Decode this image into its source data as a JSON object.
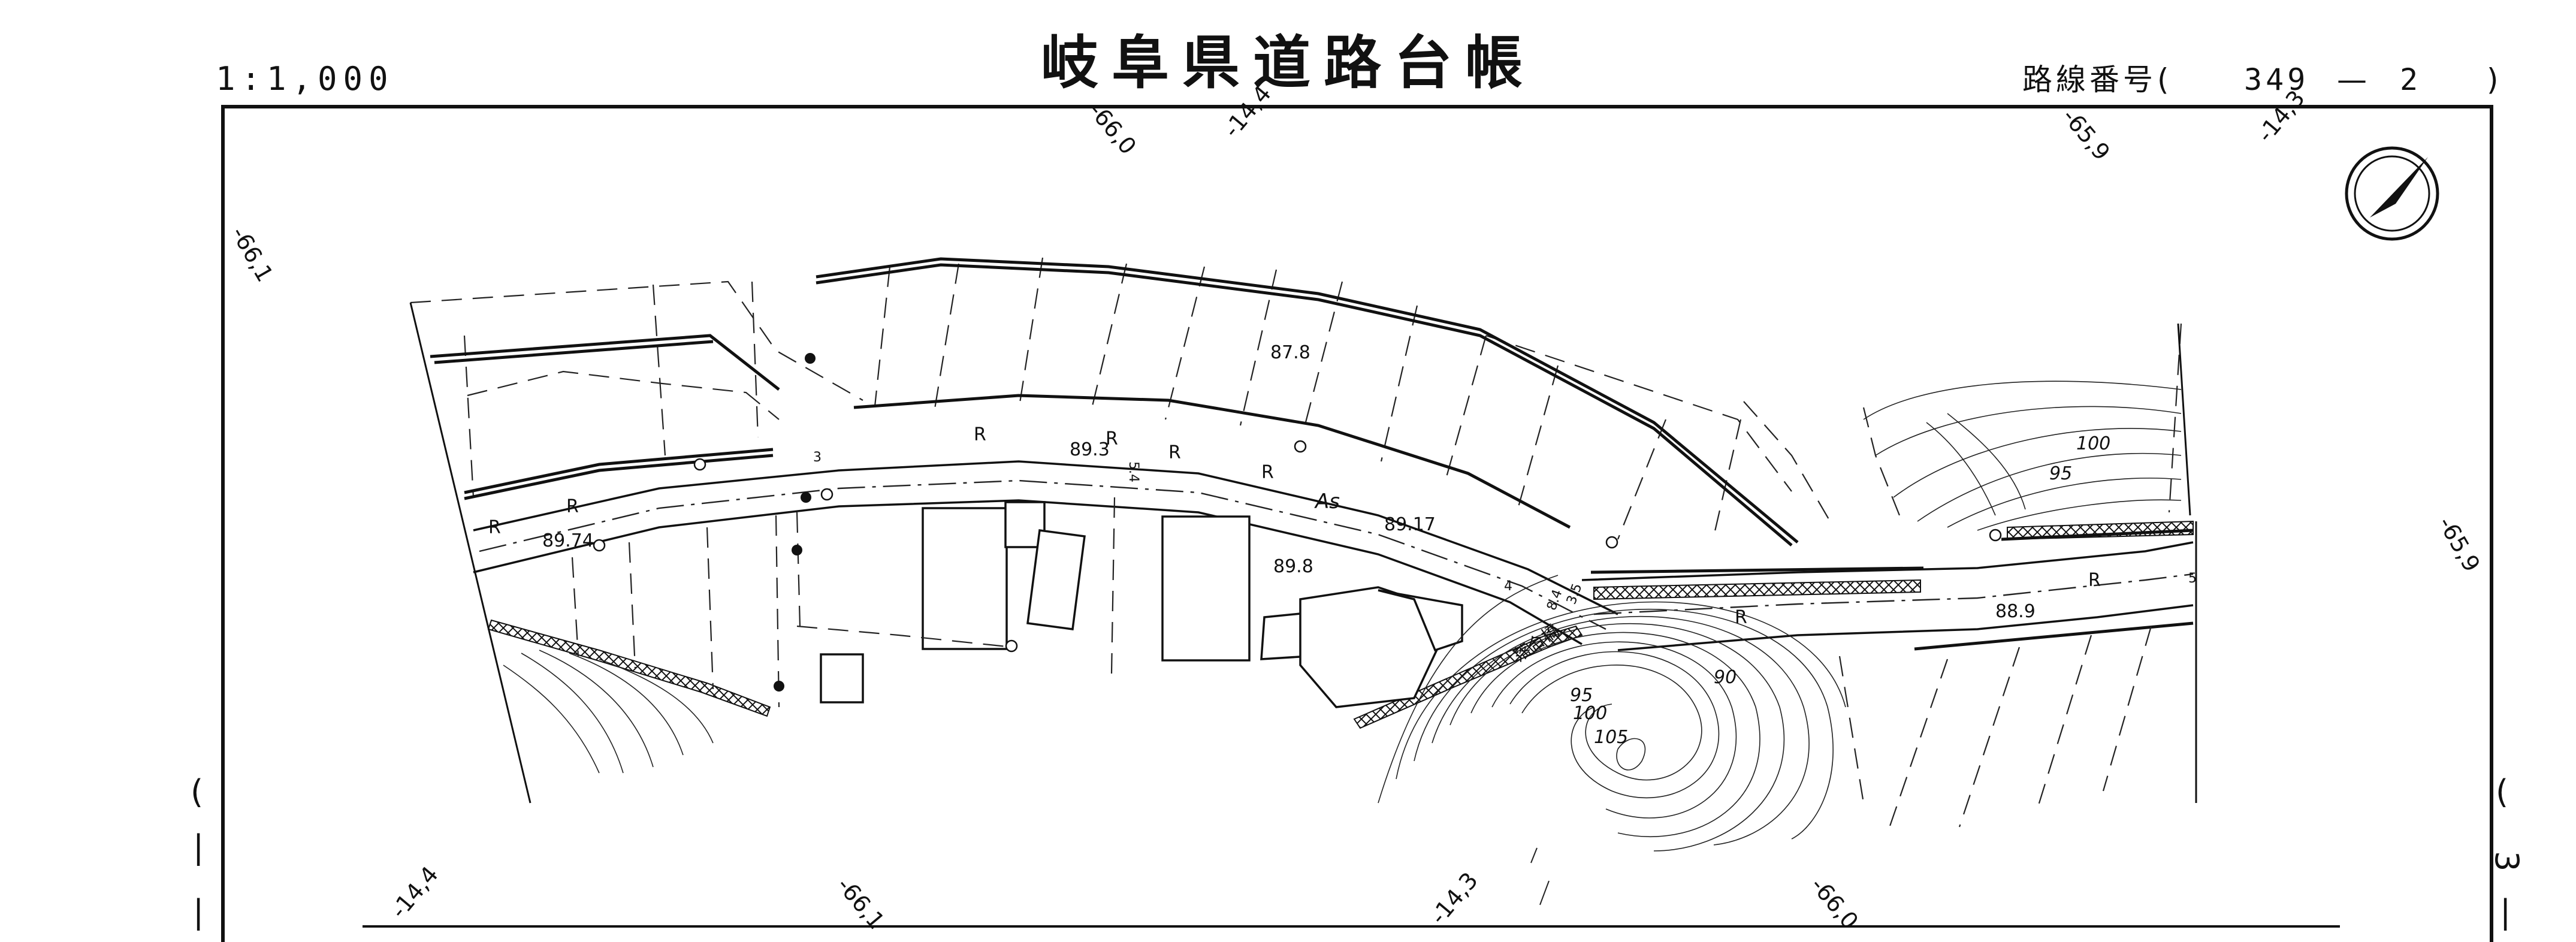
{
  "header": {
    "scale": "1:1,000",
    "title": "岐阜県道路台帳",
    "route_label": "路線番号",
    "route_open": "(",
    "route_number": "349",
    "route_dash": "—",
    "route_sheet": "2",
    "route_close": ")"
  },
  "grid_labels": {
    "top": [
      "-66,0",
      "-14,4",
      "-65,9",
      "-14,3"
    ],
    "bottom": [
      "-14,4",
      "-66,1",
      "-14,3",
      "-66,0"
    ],
    "left": "-66,1",
    "right": "-65,9"
  },
  "side_marks": {
    "left": [
      "(",
      "|",
      "|"
    ],
    "right": [
      "(",
      "3",
      "|"
    ]
  },
  "map_labels": {
    "elevations": [
      "87.8",
      "89.3",
      "89.74",
      "89.17",
      "89.8",
      "88.9"
    ],
    "contours": [
      "100",
      "95",
      "95",
      "100",
      "105",
      "90"
    ],
    "road_marks": [
      "R",
      "R",
      "R",
      "R",
      "R",
      "R",
      "R",
      "R"
    ],
    "surface": "As",
    "road_numbers": [
      "3",
      "4",
      "5"
    ],
    "small_text": [
      "5.4",
      "8.4",
      "3.5"
    ],
    "bridge_name": "落合橋"
  },
  "icons": {
    "north_arrow": "compass-north-arrow-icon"
  },
  "colors": {
    "ink": "#111111",
    "paper": "#ffffff"
  }
}
